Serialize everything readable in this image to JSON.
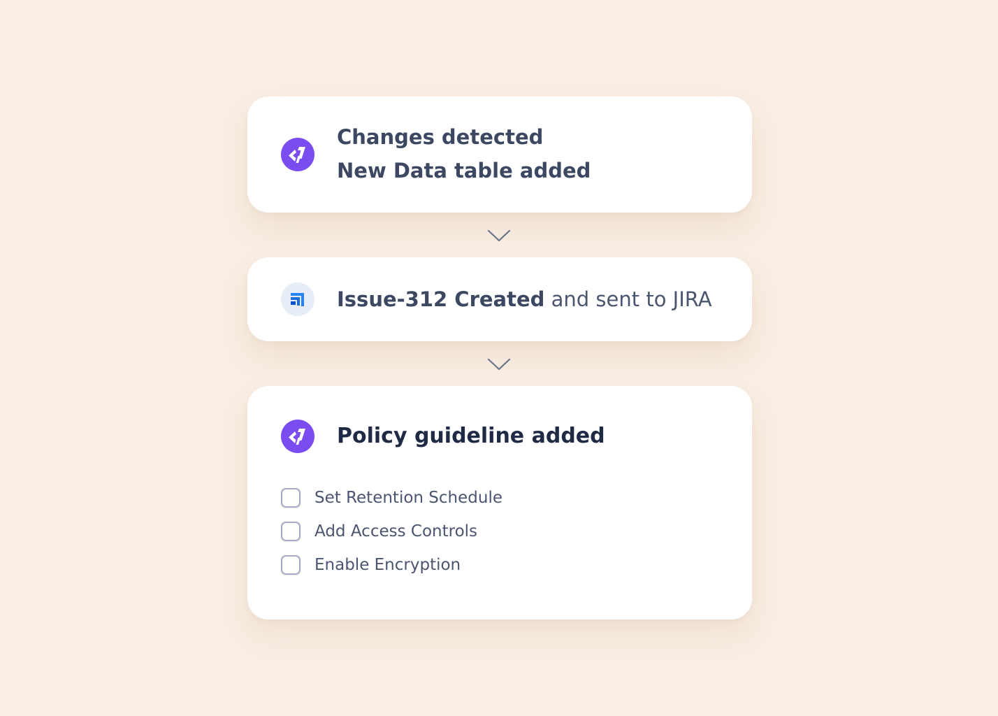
{
  "colors": {
    "background": "#f9eee4",
    "card": "#ffffff",
    "brand_purple": "#7b4cf0",
    "jira_blue": "#2684ff",
    "text_primary": "#3c4861",
    "connector": "#6b7388"
  },
  "step_1": {
    "icon": "brand-logo-icon",
    "title_line_1": "Changes detected",
    "title_line_2": "New Data table added"
  },
  "connector_1": {
    "icon": "chevron-down-icon"
  },
  "step_2": {
    "icon": "jira-icon",
    "title_bold": "Issue-312 Created",
    "title_rest": " and sent to JIRA"
  },
  "connector_2": {
    "icon": "chevron-down-icon"
  },
  "step_3": {
    "icon": "brand-logo-icon",
    "title": "Policy guideline added",
    "checklist": [
      {
        "label": "Set Retention Schedule",
        "checked": false
      },
      {
        "label": "Add Access Controls",
        "checked": false
      },
      {
        "label": "Enable Encryption",
        "checked": false
      }
    ]
  }
}
